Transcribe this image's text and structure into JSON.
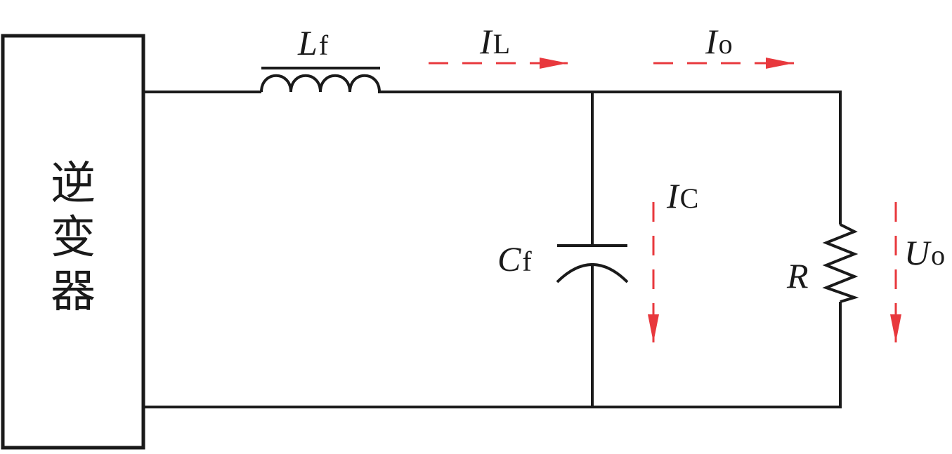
{
  "block": {
    "label_chars": [
      "逆",
      "变",
      "器"
    ]
  },
  "labels": {
    "inductor": {
      "main": "L",
      "sub": "f"
    },
    "capacitor": {
      "main": "C",
      "sub": "f"
    },
    "resistor": {
      "main": "R"
    },
    "current_inductor": {
      "main": "I",
      "sub": "L"
    },
    "current_output": {
      "main": "I",
      "sub": "o"
    },
    "current_capacitor": {
      "main": "I",
      "sub": "C"
    },
    "voltage_output": {
      "main": "U",
      "sub": "o"
    }
  },
  "colors": {
    "wire": "#1a1a1a",
    "indicator": "#e8383d"
  }
}
